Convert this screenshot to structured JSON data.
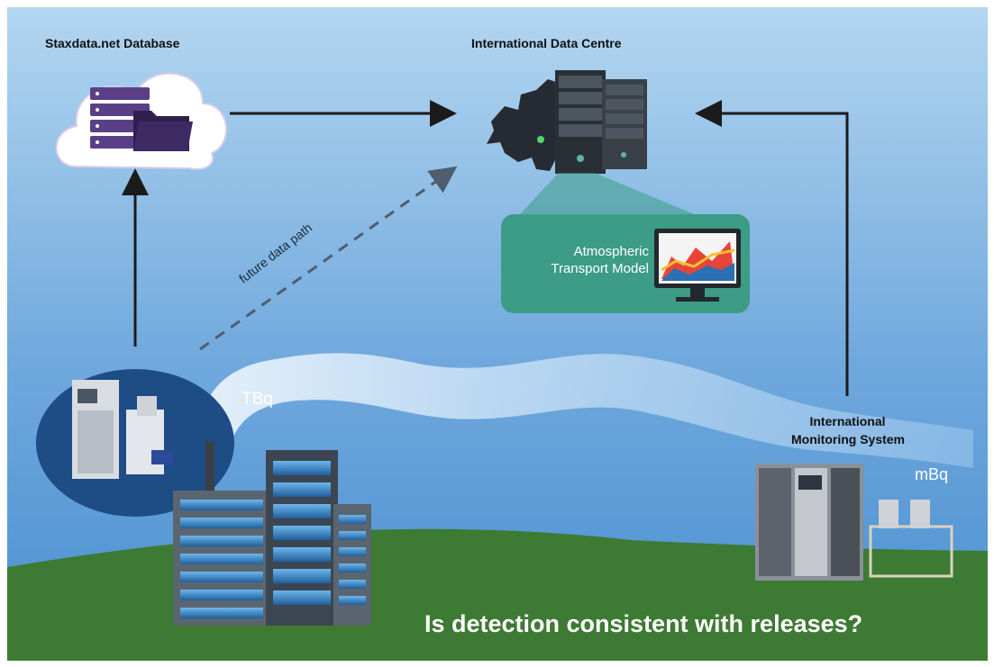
{
  "labels": {
    "database": "Staxdata.net Database",
    "idc": "International Data Centre",
    "ims_line1": "International",
    "ims_line2": "Monitoring System",
    "atm_line1": "Atmospheric",
    "atm_line2": "Transport Model",
    "tbq": "TBq",
    "mbq": "mBq",
    "future_path": "future data path",
    "question": "Is detection consistent with releases?"
  },
  "icons": [
    "cloud-database-icon",
    "folder-icon",
    "europe-map-icon",
    "server-rack-icon",
    "monitor-chart-icon",
    "facility-equipment-icon",
    "factory-building-icon",
    "monitoring-station-icon",
    "plume"
  ],
  "colors": {
    "sky_top": "#aed3ef",
    "sky_bottom": "#4f93d3",
    "ground": "#3d7a33",
    "teal_panel": "#3c9c86",
    "circle": "#1e4d86",
    "arrow": "#1b1b1b"
  }
}
